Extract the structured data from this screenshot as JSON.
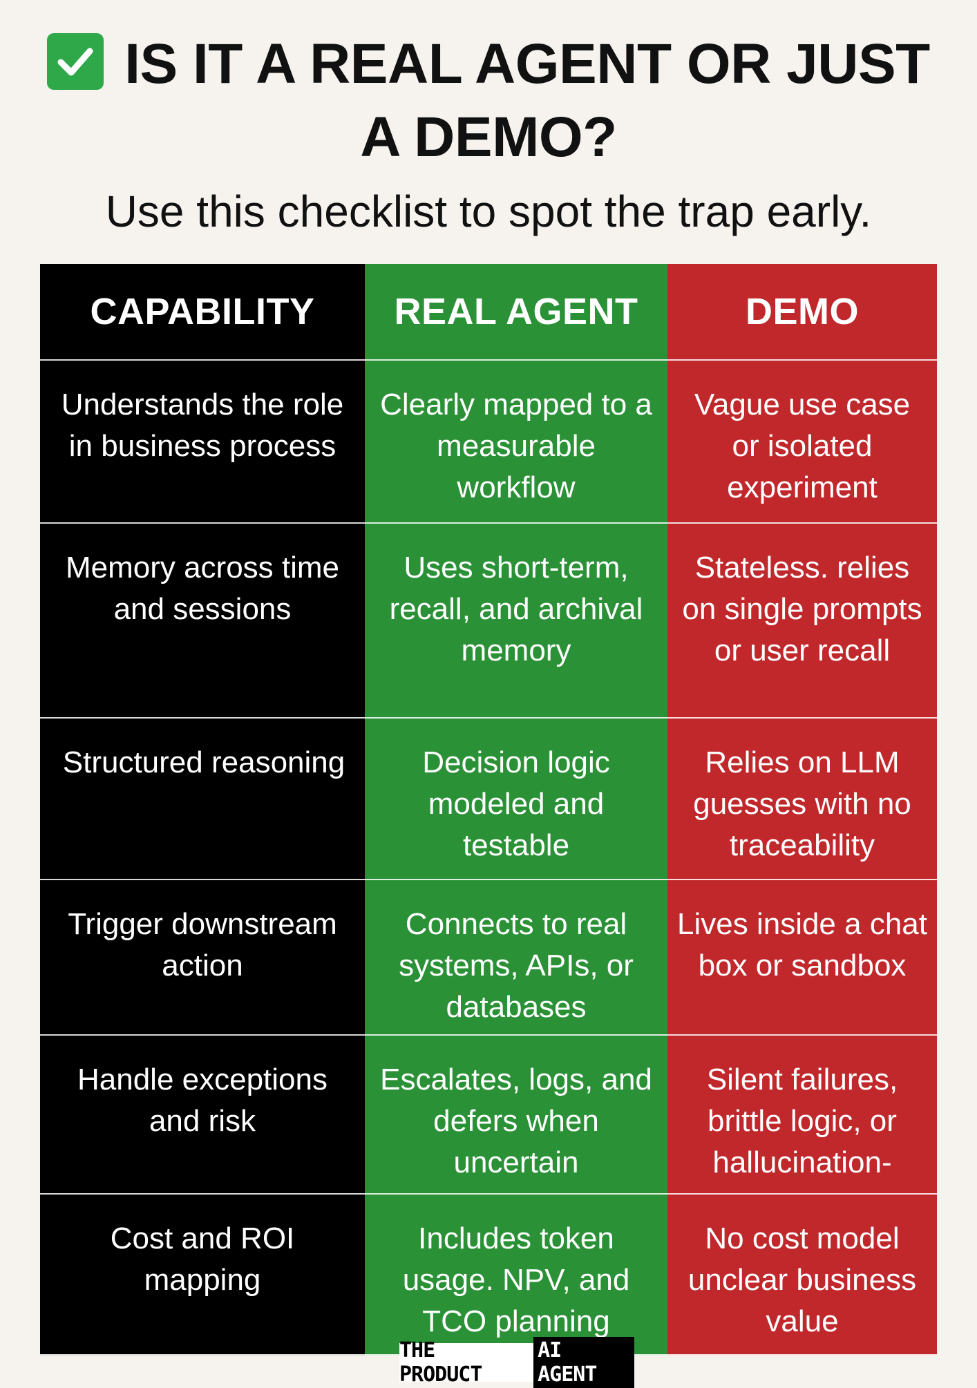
{
  "header": {
    "icon": "check-mark-icon",
    "title": "IS IT A REAL AGENT OR JUST A DEMO?",
    "subtitle": "Use this checklist to spot the trap early."
  },
  "colors": {
    "capability_bg": "#000000",
    "real_agent_bg": "#2a9136",
    "demo_bg": "#c0282b",
    "page_bg": "#f6f3ee",
    "check_icon_bg": "#2fa84a"
  },
  "table": {
    "headers": [
      "CAPABILITY",
      "REAL AGENT",
      "DEMO"
    ],
    "rows": [
      {
        "capability": "Understands the role in business process",
        "real_agent": "Clearly mapped to a measurable workflow",
        "demo": "Vague use case or isolated experiment"
      },
      {
        "capability": "Memory across time and sessions",
        "real_agent": "Uses short-term, recall, and archival memory",
        "demo": "Stateless. relies on single prompts or user recall"
      },
      {
        "capability": "Structured reasoning",
        "real_agent": "Decision logic modeled and testable",
        "demo": "Relies on LLM guesses with no traceability"
      },
      {
        "capability": "Trigger downstream action",
        "real_agent": "Connects to real systems, APIs, or databases",
        "demo": "Lives inside a chat box or sandbox"
      },
      {
        "capability": "Handle exceptions and risk",
        "real_agent": "Escalates, logs, and defers when uncertain",
        "demo": "Silent failures, brittle logic, or hallucination-prone"
      },
      {
        "capability": "Cost and ROI mapping",
        "real_agent": "Includes token usage. NPV, and TCO planning",
        "demo": "No cost model unclear business value"
      }
    ]
  },
  "brand": {
    "part1": "THE PRODUCT",
    "part2": "AI AGENT"
  }
}
